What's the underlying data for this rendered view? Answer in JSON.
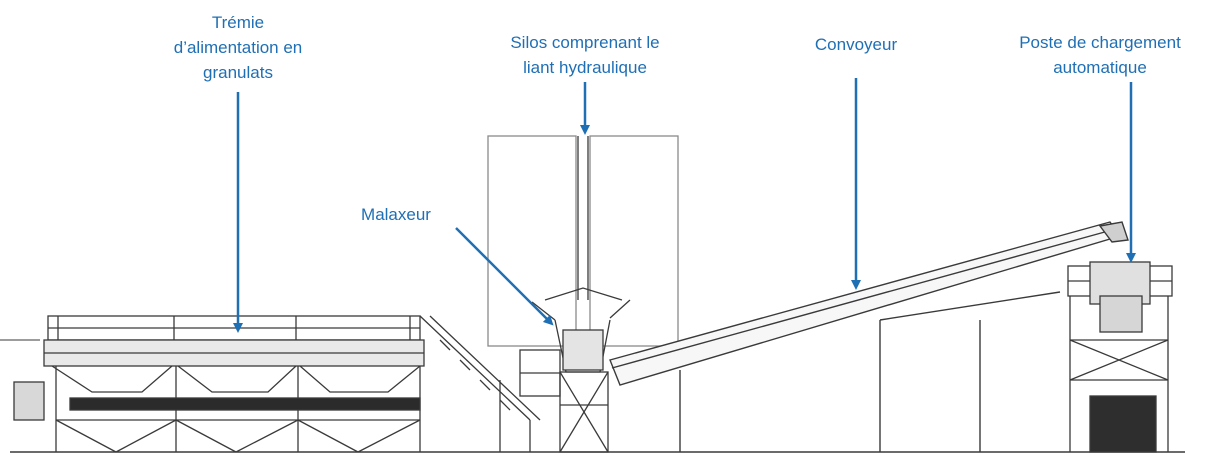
{
  "labels": {
    "tremie": [
      "Trémie",
      "d’alimentation en",
      "granulats"
    ],
    "silos": [
      "Silos comprenant le",
      "liant hydraulique"
    ],
    "convoyeur": [
      "Convoyeur"
    ],
    "poste": [
      "Poste de chargement",
      "automatique"
    ],
    "malaxeur": [
      "Malaxeur"
    ]
  },
  "colors": {
    "label": "#1f6fb5",
    "arrow": "#1f6fb5",
    "structure": "#3a3a3a",
    "silo_outline": "#8a8a8a"
  }
}
